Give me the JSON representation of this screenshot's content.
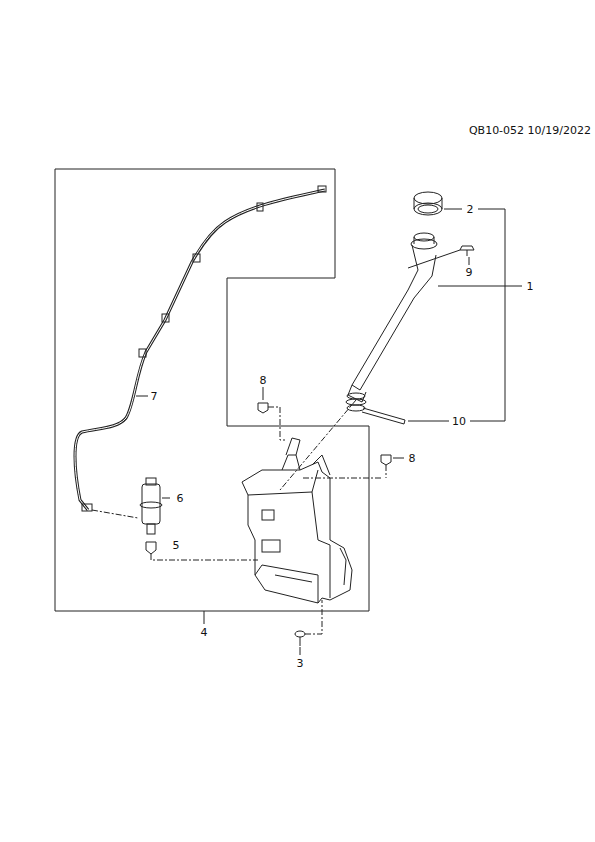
{
  "diagram": {
    "labels": [
      "QB10-052 10/19/2022",
      "2",
      "9",
      "1",
      "8",
      "8",
      "10",
      "7",
      "6",
      "5",
      "4",
      "3"
    ]
  }
}
